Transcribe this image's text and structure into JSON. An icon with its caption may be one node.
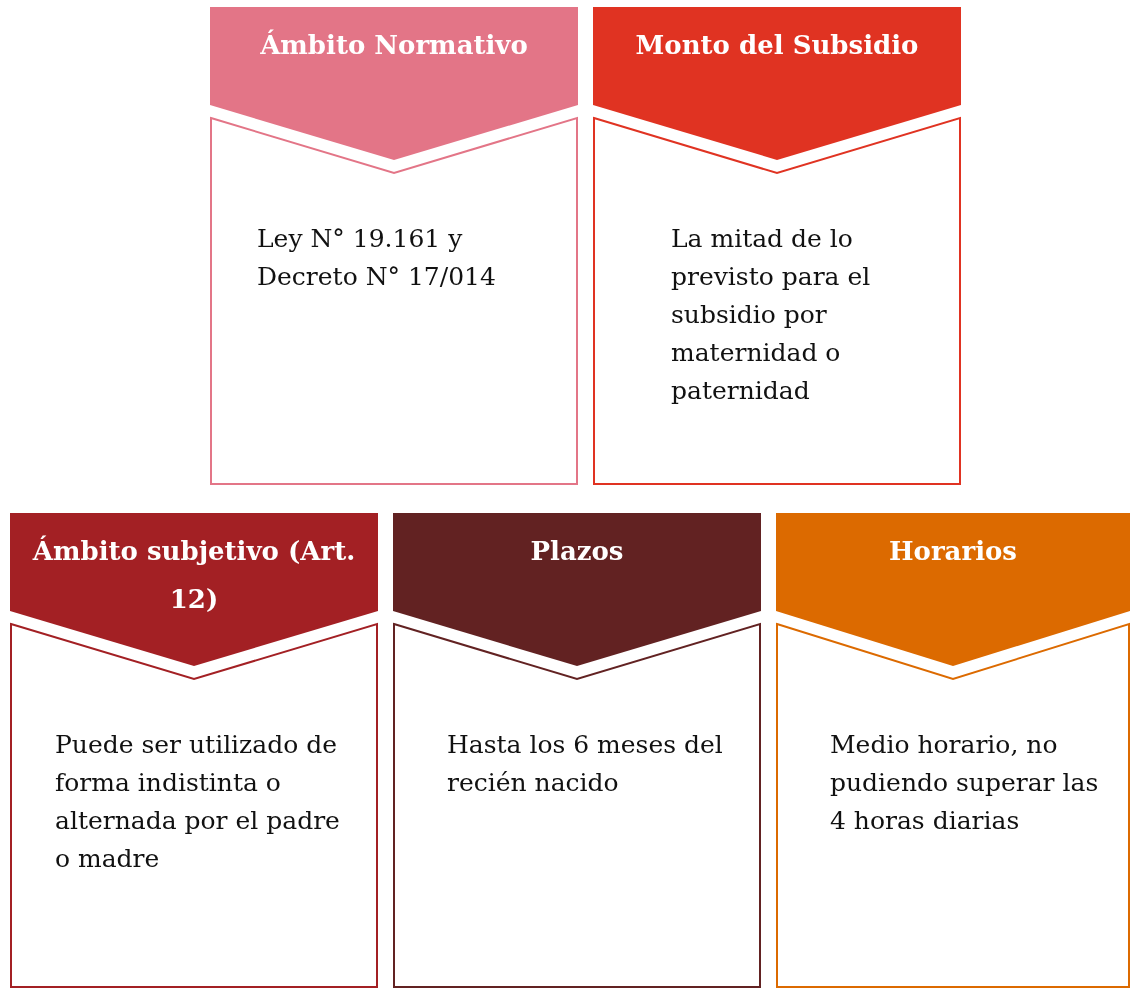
{
  "diagram": {
    "nodes": [
      {
        "text": [
          "Ámbito Normativo",
          "Ley N° 19.161 y Decreto N° 17/014"
        ]
      },
      {
        "text": [
          "Monto del Subsidio",
          "La mitad de lo previsto para el subsidio por maternidad o paternidad"
        ]
      },
      {
        "text": [
          "Ámbito subjetivo (Art. 12)",
          "Puede ser utilizado de forma indistinta o alternada por el padre o madre"
        ]
      },
      {
        "text": [
          "Plazos",
          "Hasta los 6 meses del recién nacido"
        ]
      },
      {
        "text": [
          "Horarios",
          "Medio horario, no pudiendo superar las 4 horas diarias"
        ]
      }
    ]
  }
}
